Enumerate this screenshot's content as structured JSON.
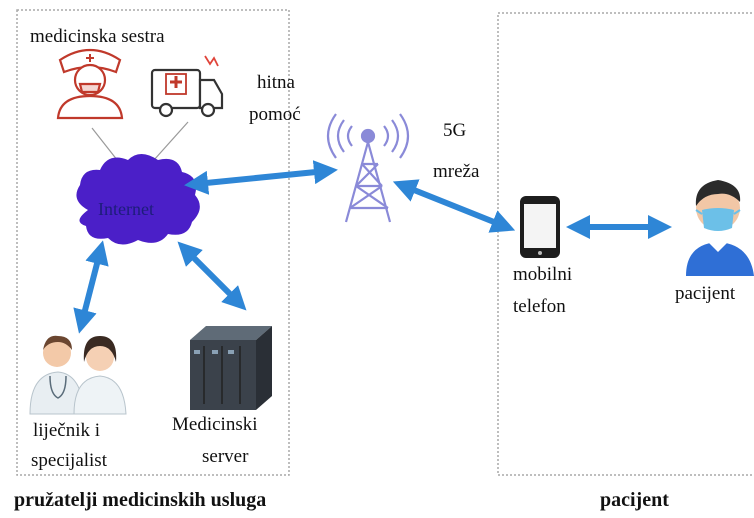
{
  "providers": {
    "nurse_label": "medicinska sestra",
    "ambulance_label_1": "hitna",
    "ambulance_label_2": "pomoć",
    "internet_label": "Internet",
    "doctors_label_1": "liječnik i",
    "doctors_label_2": "specijalist",
    "server_label_1": "Medicinski",
    "server_label_2": "server",
    "group_label": "pružatelji medicinskih usluga"
  },
  "network": {
    "label_1": "5G",
    "label_2": "mreža"
  },
  "patient_side": {
    "phone_label_1": "mobilni",
    "phone_label_2": "telefon",
    "patient_label": "pacijent",
    "group_label": "pacijent"
  },
  "colors": {
    "arrow": "#2e86d6",
    "cloud": "#4b1fc8",
    "tower": "#8a8ad8",
    "nurse_outline": "#c0392b",
    "patient_shirt": "#2f6fd6",
    "mask": "#6cc0e8",
    "dashed_border": "#a8a8a8"
  }
}
